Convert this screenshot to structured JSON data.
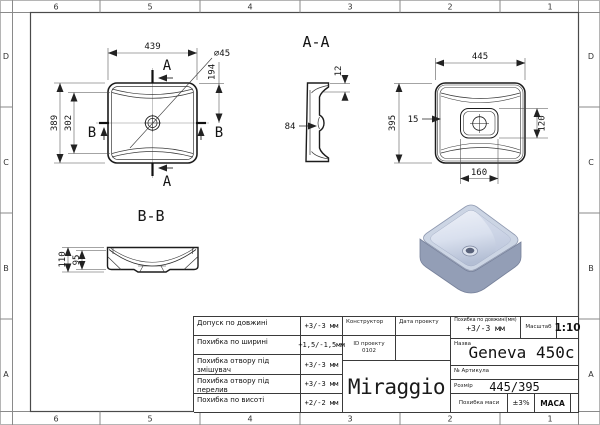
{
  "page": {
    "zone_numbers": [
      "6",
      "5",
      "4",
      "3",
      "2",
      "1"
    ],
    "zone_letters": [
      "D",
      "C",
      "B",
      "A"
    ]
  },
  "views": {
    "plan": {
      "dim_width": "439",
      "dim_drain": "∅45",
      "dim_drain_offset": "194",
      "dim_height": "389",
      "dim_inner_height": "302",
      "section_a": "A",
      "section_b": "B"
    },
    "section_aa": {
      "label": "A-A",
      "dim_rim_height": "12",
      "dim_depth": "84"
    },
    "bottom_view": {
      "dim_width": "445",
      "dim_height": "395",
      "dim_wall": "15",
      "dim_recess_height": "120",
      "dim_recess_width": "160"
    },
    "section_bb": {
      "label": "B-B",
      "dim_total_height": "110",
      "dim_inner_height": "95"
    }
  },
  "render_colors": {
    "body_top": "#ccd5e4",
    "body_side": "#939eb6",
    "basin_light": "#eef1f8",
    "basin_dark": "#b3bed4"
  },
  "title_block": {
    "tolerances": [
      {
        "label": "Допуск по довжині",
        "value": "+3/-3 мм"
      },
      {
        "label": "Похибка по ширині",
        "value": "+1,5/-1,5мм"
      },
      {
        "label": "Похибка отвору під змішувач",
        "value": "+3/-3 мм"
      },
      {
        "label": "Похибка отвору під перелив",
        "value": "+3/-3 мм"
      },
      {
        "label": "Похибка по висоті",
        "value": "+2/-2 мм"
      }
    ],
    "constructor_label": "Конструктор",
    "date_label": "Дата проекту",
    "project_id_label": "ID проекту",
    "project_id_value": "0102",
    "brand": "Miraggio",
    "length_tolerance_label": "Похибка по довжині(мм)",
    "length_tolerance_value": "+3/-3 мм",
    "scale_label": "Масштаб",
    "scale_value": "1:10",
    "name_label": "Назва",
    "name_value": "Geneva 450c",
    "article_label": "№ Артикула",
    "size_label": "Розмір",
    "size_value": "445/395",
    "mass_tolerance_label": "Похибка маси",
    "mass_tolerance_value": "±3%",
    "mass_label": "МАСА"
  }
}
